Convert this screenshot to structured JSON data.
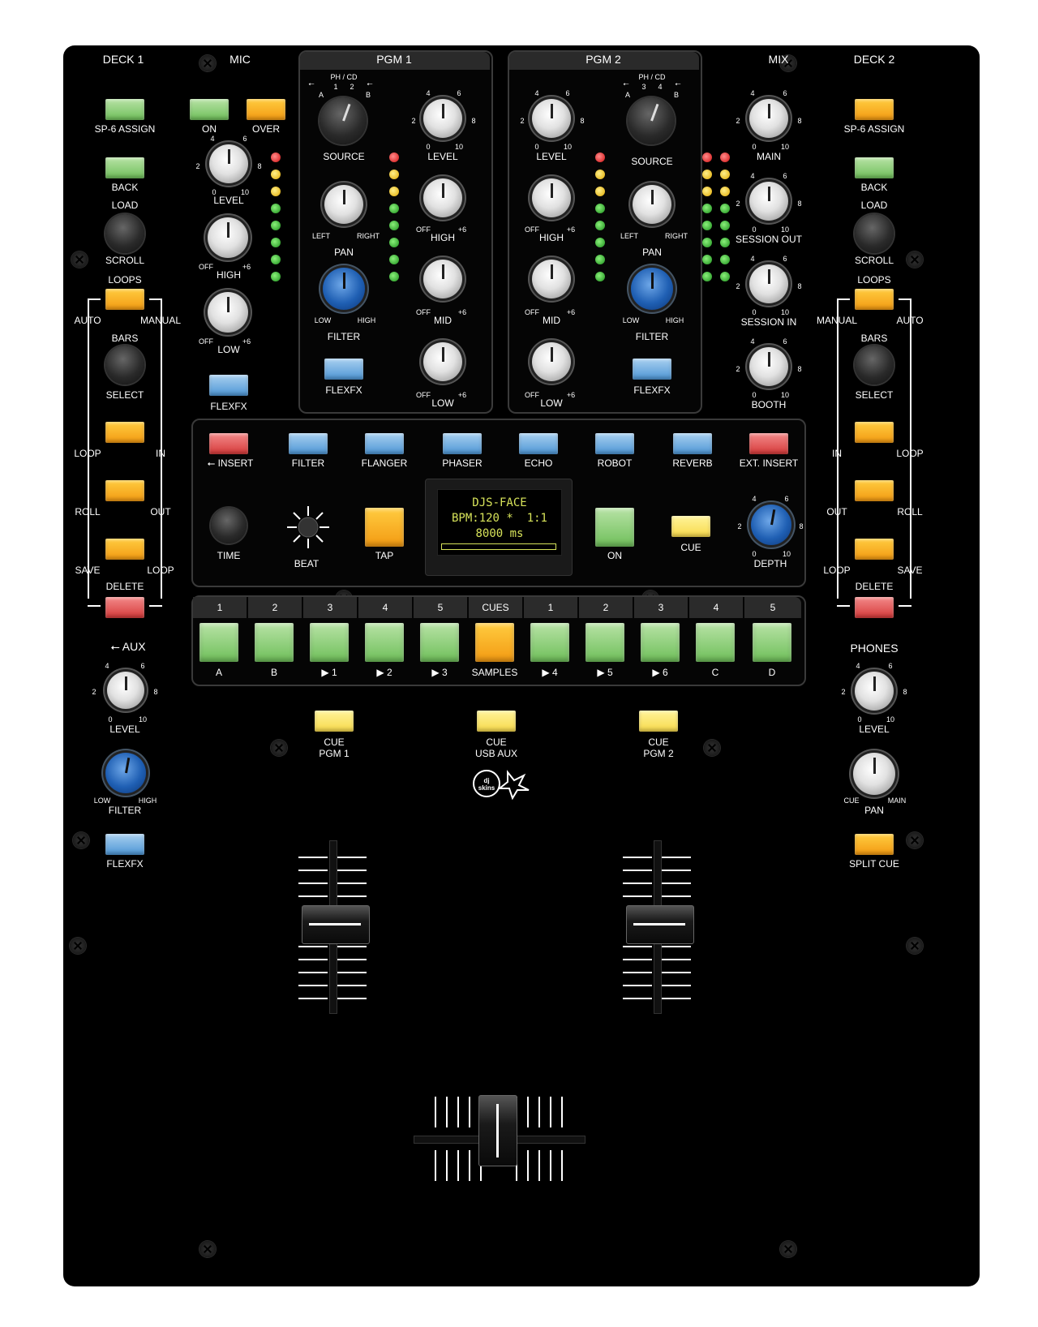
{
  "header": {
    "deck1": "DECK 1",
    "mic": "MIC",
    "pgm1": "PGM 1",
    "pgm2": "PGM 2",
    "mix": "MIX",
    "deck2": "DECK 2"
  },
  "left_deck": {
    "sp6_assign": "SP-6 ASSIGN",
    "back": "BACK",
    "load": "LOAD",
    "scroll": "SCROLL",
    "loops": "LOOPS",
    "auto": "AUTO",
    "manual": "MANUAL",
    "bars": "BARS",
    "select": "SELECT",
    "loop": "LOOP",
    "in": "IN",
    "roll": "ROLL",
    "out": "OUT",
    "save": "SAVE",
    "loop2": "LOOP",
    "delete": "DELETE",
    "aux": "AUX",
    "level": "LEVEL",
    "filter_low": "LOW",
    "filter_high": "HIGH",
    "filter": "FILTER",
    "flexfx": "FLEXFX"
  },
  "mic": {
    "on": "ON",
    "over": "OVER",
    "level": "LEVEL",
    "high": "HIGH",
    "low": "LOW",
    "off": "OFF",
    "plus6": "+6",
    "flexfx": "FLEXFX"
  },
  "pgm1": {
    "phcd": "PH / CD",
    "a": "A",
    "b": "B",
    "one": "1",
    "two": "2",
    "source": "SOURCE",
    "level": "LEVEL",
    "left": "LEFT",
    "right": "RIGHT",
    "pan": "PAN",
    "high": "HIGH",
    "mid": "MID",
    "low": "LOW",
    "filter_low": "LOW",
    "filter_high": "HIGH",
    "filter": "FILTER",
    "flexfx": "FLEXFX",
    "off": "OFF",
    "plus6": "+6"
  },
  "pgm2": {
    "phcd": "PH / CD",
    "a": "A",
    "b": "B",
    "three": "3",
    "four": "4",
    "source": "SOURCE",
    "level": "LEVEL",
    "left": "LEFT",
    "right": "RIGHT",
    "pan": "PAN",
    "high": "HIGH",
    "mid": "MID",
    "low": "LOW",
    "filter_low": "LOW",
    "filter_high": "HIGH",
    "filter": "FILTER",
    "flexfx": "FLEXFX",
    "off": "OFF",
    "plus6": "+6"
  },
  "mix": {
    "main": "MAIN",
    "session_out": "SESSION OUT",
    "session_in": "SESSION IN",
    "booth": "BOOTH"
  },
  "scale": {
    "n0": "0",
    "n2": "2",
    "n4": "4",
    "n6": "6",
    "n8": "8",
    "n10": "10"
  },
  "fx": {
    "buttons": [
      "INSERT",
      "FILTER",
      "FLANGER",
      "PHASER",
      "ECHO",
      "ROBOT",
      "REVERB",
      "EXT. INSERT"
    ],
    "time": "TIME",
    "beat": "BEAT",
    "tap": "TAP",
    "on": "ON",
    "cue": "CUE",
    "depth": "DEPTH",
    "display": {
      "line1": "DJS-FACE",
      "line2": "BPM:120 *  1:1",
      "line3": "8000 ms"
    }
  },
  "cues": {
    "tabs": [
      "1",
      "2",
      "3",
      "4",
      "5",
      "CUES",
      "1",
      "2",
      "3",
      "4",
      "5"
    ],
    "pad_labels": [
      "A",
      "B",
      "▶ 1",
      "▶ 2",
      "▶ 3",
      "SAMPLES",
      "▶ 4",
      "▶ 5",
      "▶ 6",
      "C",
      "D"
    ]
  },
  "cue_buttons": {
    "cue1": "CUE",
    "pgm1": "PGM 1",
    "cue2": "CUE",
    "usbaux": "USB AUX",
    "cue3": "CUE",
    "pgm2": "PGM 2"
  },
  "right_deck": {
    "sp6_assign": "SP-6 ASSIGN",
    "back": "BACK",
    "load": "LOAD",
    "scroll": "SCROLL",
    "loops": "LOOPS",
    "manual": "MANUAL",
    "auto": "AUTO",
    "bars": "BARS",
    "select": "SELECT",
    "in": "IN",
    "loop": "LOOP",
    "out": "OUT",
    "roll": "ROLL",
    "loop2": "LOOP",
    "save": "SAVE",
    "delete": "DELETE",
    "phones": "PHONES",
    "level": "LEVEL",
    "cue": "CUE",
    "main": "MAIN",
    "pan": "PAN",
    "split_cue": "SPLIT CUE"
  },
  "logo": {
    "text": "dj skins"
  },
  "colors": {
    "green": "#7cc866",
    "orange": "#f5a623",
    "yellow": "#f7e46a",
    "blue": "#5b9fd8",
    "red": "#dd4444",
    "oled": "#d7e35a"
  }
}
